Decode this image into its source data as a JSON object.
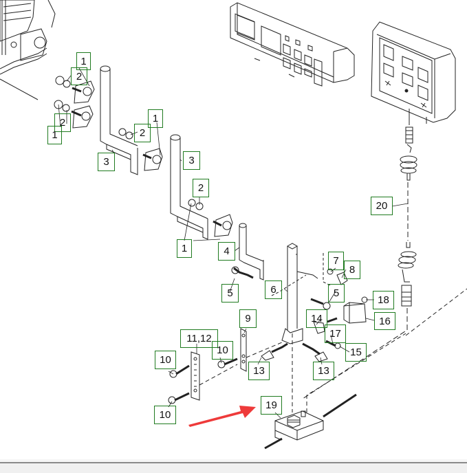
{
  "diagram": {
    "title": "Exploded parts diagram - control units mounting kit",
    "callout_color": "#1f7a1f",
    "arrow_color": "#ee3a3a",
    "highlighted_part": "19",
    "callouts": [
      {
        "id": "c1a",
        "label": "1"
      },
      {
        "id": "c2a",
        "label": "2"
      },
      {
        "id": "c2b",
        "label": "2"
      },
      {
        "id": "c1b",
        "label": "1"
      },
      {
        "id": "c3a",
        "label": "3"
      },
      {
        "id": "c1c",
        "label": "1"
      },
      {
        "id": "c2c",
        "label": "2"
      },
      {
        "id": "c3b",
        "label": "3"
      },
      {
        "id": "c2d",
        "label": "2"
      },
      {
        "id": "c1d",
        "label": "1"
      },
      {
        "id": "c4",
        "label": "4"
      },
      {
        "id": "c5a",
        "label": "5"
      },
      {
        "id": "c6",
        "label": "6"
      },
      {
        "id": "c7",
        "label": "7"
      },
      {
        "id": "c8",
        "label": "8"
      },
      {
        "id": "c5b",
        "label": "5"
      },
      {
        "id": "c18",
        "label": "18"
      },
      {
        "id": "c14",
        "label": "14"
      },
      {
        "id": "c16",
        "label": "16"
      },
      {
        "id": "c17",
        "label": "17"
      },
      {
        "id": "c15",
        "label": "15"
      },
      {
        "id": "c9",
        "label": "9"
      },
      {
        "id": "c1112",
        "label": "11,12"
      },
      {
        "id": "c10a",
        "label": "10"
      },
      {
        "id": "c10b",
        "label": "10"
      },
      {
        "id": "c13a",
        "label": "13"
      },
      {
        "id": "c13b",
        "label": "13"
      },
      {
        "id": "c10c",
        "label": "10"
      },
      {
        "id": "c19",
        "label": "19"
      },
      {
        "id": "c20",
        "label": "20"
      }
    ]
  }
}
